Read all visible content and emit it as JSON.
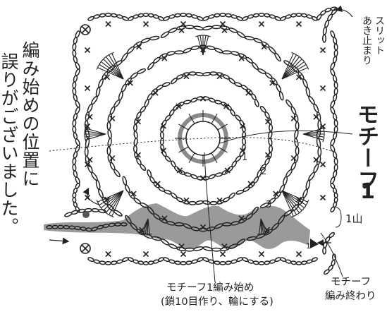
{
  "note": {
    "line1": "編み始めの位置に",
    "line2": "誤りがございました。"
  },
  "title": {
    "label": "モチーフ",
    "number": "1"
  },
  "slit": {
    "line1": "スリット",
    "line2": "あき止まり"
  },
  "start_label": {
    "line1": "モチーフ1編み始め",
    "line2": "(鎖10目作り、輪にする)"
  },
  "end_label": {
    "line1": "モチーフ",
    "line2": "編み終わり"
  },
  "repeat_label": "1山",
  "round_numbers": [
    "1",
    "2",
    "3",
    "1"
  ],
  "colors": {
    "ink": "#222222",
    "highlight_gray": "#9a9a9a",
    "ring_gray": "#8a8a8a",
    "background": "#ffffff"
  },
  "icons": {
    "corner_marker": "circled-x-icon",
    "dot_marker": "dot-icon",
    "arrow": "arrow-icon"
  }
}
